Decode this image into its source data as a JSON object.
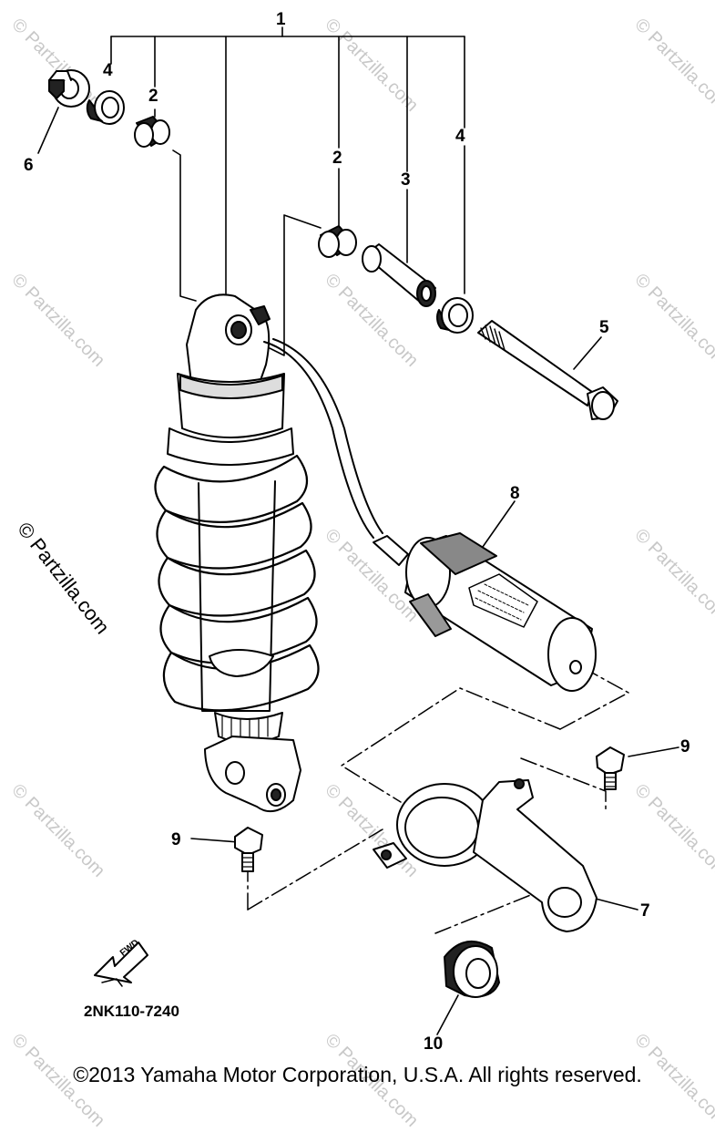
{
  "callouts": [
    {
      "id": "c1a",
      "label": "1"
    },
    {
      "id": "c4a",
      "label": "4"
    },
    {
      "id": "c2a",
      "label": "2"
    },
    {
      "id": "c6",
      "label": "6"
    },
    {
      "id": "c2b",
      "label": "2"
    },
    {
      "id": "c3",
      "label": "3"
    },
    {
      "id": "c4b",
      "label": "4"
    },
    {
      "id": "c5",
      "label": "5"
    },
    {
      "id": "c8",
      "label": "8"
    },
    {
      "id": "c9a",
      "label": "9"
    },
    {
      "id": "c9b",
      "label": "9"
    },
    {
      "id": "c7",
      "label": "7"
    },
    {
      "id": "c10",
      "label": "10"
    }
  ],
  "watermark": "© Partzilla.com",
  "fwd_arrow": {
    "label": "FWD"
  },
  "drawing_code": "2NK110-7240",
  "copyright": "©2013 Yamaha Motor Corporation, U.S.A. All rights reserved."
}
